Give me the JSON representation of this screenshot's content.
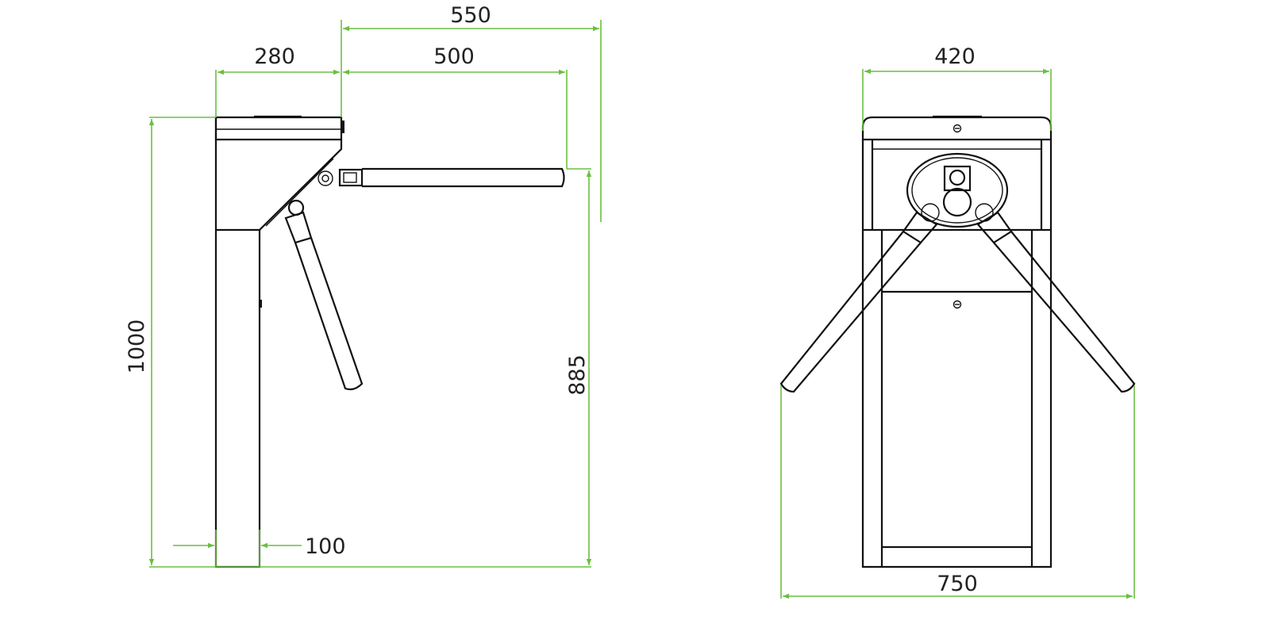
{
  "colors": {
    "dimension": "#6abf40",
    "outline": "#111111"
  },
  "side_view": {
    "dims": {
      "total_depth": "550",
      "head_depth": "280",
      "arm_length": "500",
      "height": "1000",
      "arm_height": "885",
      "post_width": "100"
    }
  },
  "front_view": {
    "dims": {
      "width": "420",
      "arm_span": "750"
    }
  }
}
